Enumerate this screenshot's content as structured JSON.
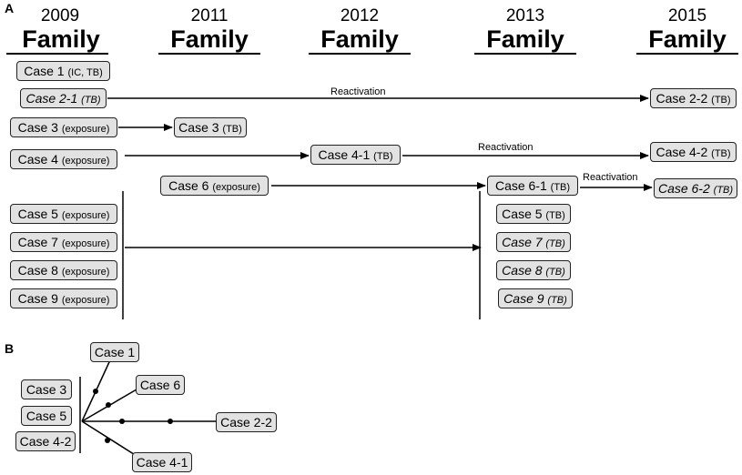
{
  "panel_a": {
    "label": "A",
    "columns": [
      {
        "year": "2009",
        "title": "Family"
      },
      {
        "year": "2011",
        "title": "Family"
      },
      {
        "year": "2012",
        "title": "Family"
      },
      {
        "year": "2013",
        "title": "Family"
      },
      {
        "year": "2015",
        "title": "Family"
      }
    ],
    "cases": {
      "c1": {
        "name": "Case 1",
        "tag": "(IC, TB)"
      },
      "c21": {
        "name": "Case 2-1",
        "tag": "(TB)"
      },
      "c22": {
        "name": "Case 2-2",
        "tag": "(TB)"
      },
      "c3a": {
        "name": "Case 3",
        "tag": "(exposure)"
      },
      "c3b": {
        "name": "Case 3",
        "tag": "(TB)"
      },
      "c4": {
        "name": "Case 4",
        "tag": "(exposure)"
      },
      "c41": {
        "name": "Case 4-1",
        "tag": "(TB)"
      },
      "c42": {
        "name": "Case 4-2",
        "tag": "(TB)"
      },
      "c6": {
        "name": "Case 6",
        "tag": "(exposure)"
      },
      "c61": {
        "name": "Case 6-1",
        "tag": "(TB)"
      },
      "c62": {
        "name": "Case 6-2",
        "tag": "(TB)"
      },
      "c5a": {
        "name": "Case 5",
        "tag": "(exposure)"
      },
      "c7a": {
        "name": "Case 7",
        "tag": "(exposure)"
      },
      "c8a": {
        "name": "Case 8",
        "tag": "(exposure)"
      },
      "c9a": {
        "name": "Case 9",
        "tag": "(exposure)"
      },
      "c5b": {
        "name": "Case 5",
        "tag": "(TB)"
      },
      "c7b": {
        "name": "Case 7",
        "tag": "(TB)"
      },
      "c8b": {
        "name": "Case 8",
        "tag": "(TB)"
      },
      "c9b": {
        "name": "Case 9",
        "tag": "(TB)"
      }
    },
    "labels": {
      "reactivation_2": "Reactivation",
      "reactivation_4": "Reactivation",
      "reactivation_6": "Reactivation"
    }
  },
  "panel_b": {
    "label": "B",
    "cases": {
      "case3": "Case 3",
      "case5": "Case 5",
      "case42": "Case 4-2",
      "case1": "Case 1",
      "case6": "Case 6",
      "case22": "Case 2-2",
      "case41": "Case 4-1"
    }
  }
}
